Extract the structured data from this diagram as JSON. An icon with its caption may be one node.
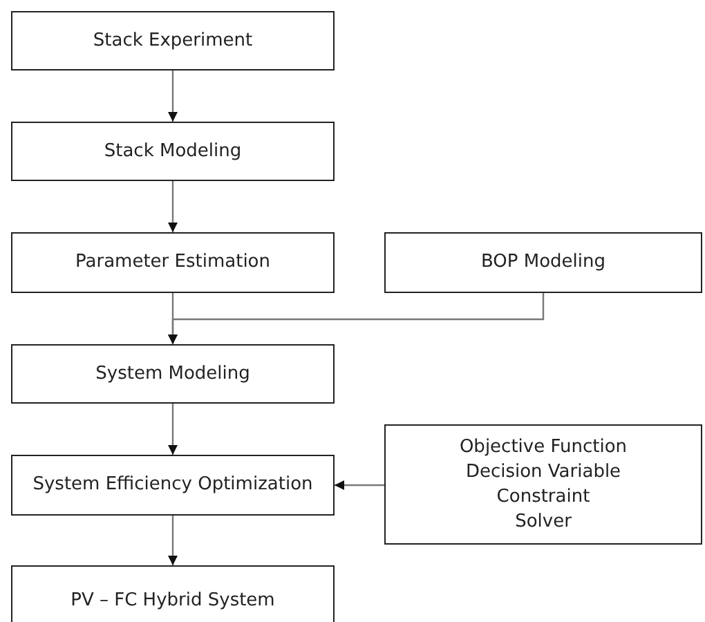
{
  "diagram": {
    "nodes": [
      {
        "text": [
          "Stack Experiment"
        ]
      },
      {
        "text": [
          "Stack Modeling"
        ]
      },
      {
        "text": [
          "Parameter Estimation"
        ]
      },
      {
        "text": [
          "BOP Modeling"
        ]
      },
      {
        "text": [
          "System Modeling"
        ]
      },
      {
        "text": [
          "System Efficiency Optimization"
        ]
      },
      {
        "text": [
          "Objective Function",
          "Decision Variable",
          "Constraint",
          "Solver"
        ]
      },
      {
        "text": [
          "PV – FC Hybrid System"
        ]
      }
    ],
    "edges": [
      {
        "from": 0,
        "to": 1,
        "arrow": "to"
      },
      {
        "from": 1,
        "to": 2,
        "arrow": "to"
      },
      {
        "from": 2,
        "to": 4,
        "arrow": "to"
      },
      {
        "from": 3,
        "to": 4,
        "arrow": "to"
      },
      {
        "from": 4,
        "to": 5,
        "arrow": "to"
      },
      {
        "from": 6,
        "to": 5,
        "arrow": "to"
      },
      {
        "from": 5,
        "to": 7,
        "arrow": "to"
      }
    ]
  }
}
